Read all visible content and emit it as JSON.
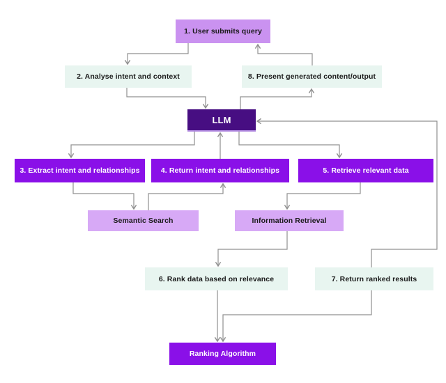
{
  "diagram": {
    "title": "LLM query flow diagram",
    "colors": {
      "background": "#ffffff",
      "light_purple_node": "#ca92f0",
      "lavender_node": "#d7a9f6",
      "mint_node": "#e8f5f0",
      "purple_node": "#8a10e8",
      "dark_purple_node": "#470e82",
      "edge_gray": "#909090",
      "text_dark": "#1a1a1a",
      "text_light": "#ffffff"
    },
    "nodes": [
      {
        "id": "user-query",
        "label": "1. User submits query",
        "style": "light-purple"
      },
      {
        "id": "analyse-intent",
        "label": "2. Analyse intent and context",
        "style": "mint"
      },
      {
        "id": "present-output",
        "label": "8. Present generated content/output",
        "style": "mint"
      },
      {
        "id": "llm",
        "label": "LLM",
        "style": "dark-purple"
      },
      {
        "id": "extract-intent",
        "label": "3. Extract intent and relationships",
        "style": "purple"
      },
      {
        "id": "return-intent",
        "label": "4. Return intent and relationships",
        "style": "purple"
      },
      {
        "id": "retrieve-data",
        "label": "5. Retrieve relevant data",
        "style": "purple"
      },
      {
        "id": "semantic-search",
        "label": "Semantic Search",
        "style": "lavender"
      },
      {
        "id": "information-retrieval",
        "label": "Information Retrieval",
        "style": "lavender"
      },
      {
        "id": "rank-data",
        "label": "6. Rank data based on relevance",
        "style": "mint"
      },
      {
        "id": "return-ranked",
        "label": "7. Return ranked results",
        "style": "mint"
      },
      {
        "id": "ranking-algorithm",
        "label": "Ranking Algorithm",
        "style": "purple"
      }
    ],
    "edges": [
      {
        "from": "user-query",
        "to": "analyse-intent"
      },
      {
        "from": "present-output",
        "to": "user-query"
      },
      {
        "from": "analyse-intent",
        "to": "llm"
      },
      {
        "from": "llm",
        "to": "present-output"
      },
      {
        "from": "llm",
        "to": "extract-intent"
      },
      {
        "from": "return-intent",
        "to": "llm"
      },
      {
        "from": "llm",
        "to": "retrieve-data"
      },
      {
        "from": "extract-intent",
        "to": "semantic-search"
      },
      {
        "from": "semantic-search",
        "to": "return-intent"
      },
      {
        "from": "retrieve-data",
        "to": "information-retrieval"
      },
      {
        "from": "information-retrieval",
        "to": "rank-data"
      },
      {
        "from": "return-ranked",
        "to": "llm"
      },
      {
        "from": "rank-data",
        "to": "ranking-algorithm"
      },
      {
        "from": "return-ranked",
        "to": "ranking-algorithm"
      }
    ]
  }
}
